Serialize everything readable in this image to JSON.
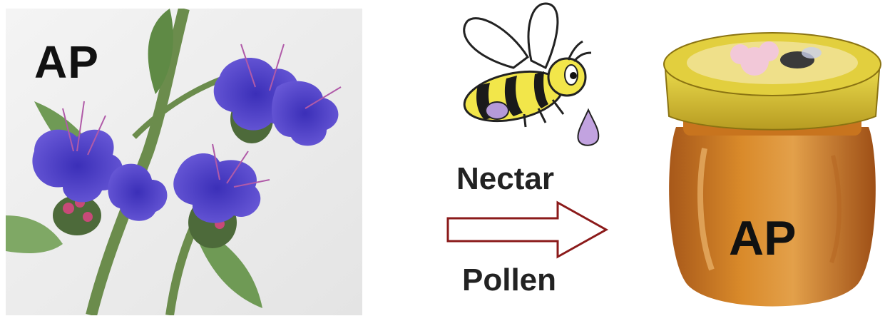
{
  "flower": {
    "label": "AP"
  },
  "process": {
    "nectar_label": "Nectar",
    "pollen_label": "Pollen"
  },
  "jar": {
    "label": "AP"
  },
  "colors": {
    "flower_petal": "#5b4bd0",
    "flower_bud": "#c04070",
    "stem": "#6a8f4a",
    "bee_yellow": "#f2e64a",
    "pollen_purple": "#b59ad8",
    "arrow_stroke": "#8b1a1a",
    "honey": "#c9781e",
    "lid_gold": "#d6c23a"
  },
  "icons": [
    "flower-photo",
    "bee-icon",
    "nectar-drop-icon",
    "arrow-right-icon",
    "honey-jar-photo"
  ]
}
